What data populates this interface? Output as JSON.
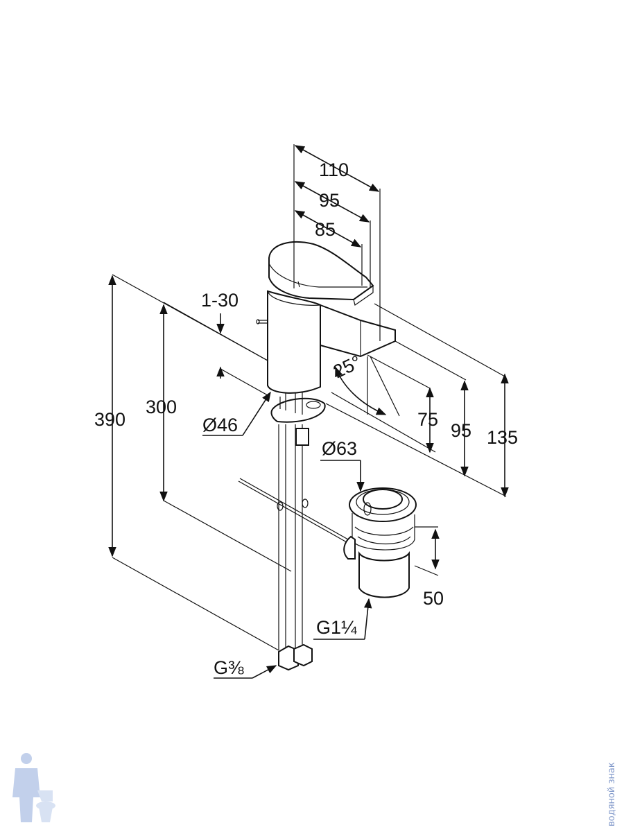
{
  "dimensions": {
    "width_110": "110",
    "width_95": "95",
    "width_85": "85",
    "swivel": "1-30",
    "angle": "25°",
    "diameter_46": "Ø46",
    "diameter_63": "Ø63",
    "height_390": "390",
    "height_300": "300",
    "height_75": "75",
    "height_95": "95",
    "height_135": "135",
    "height_50": "50",
    "thread_g114": "G1¼",
    "thread_g38": "G⅜"
  },
  "watermark": {
    "text": "водяной знак",
    "color": "#7f97c9"
  }
}
